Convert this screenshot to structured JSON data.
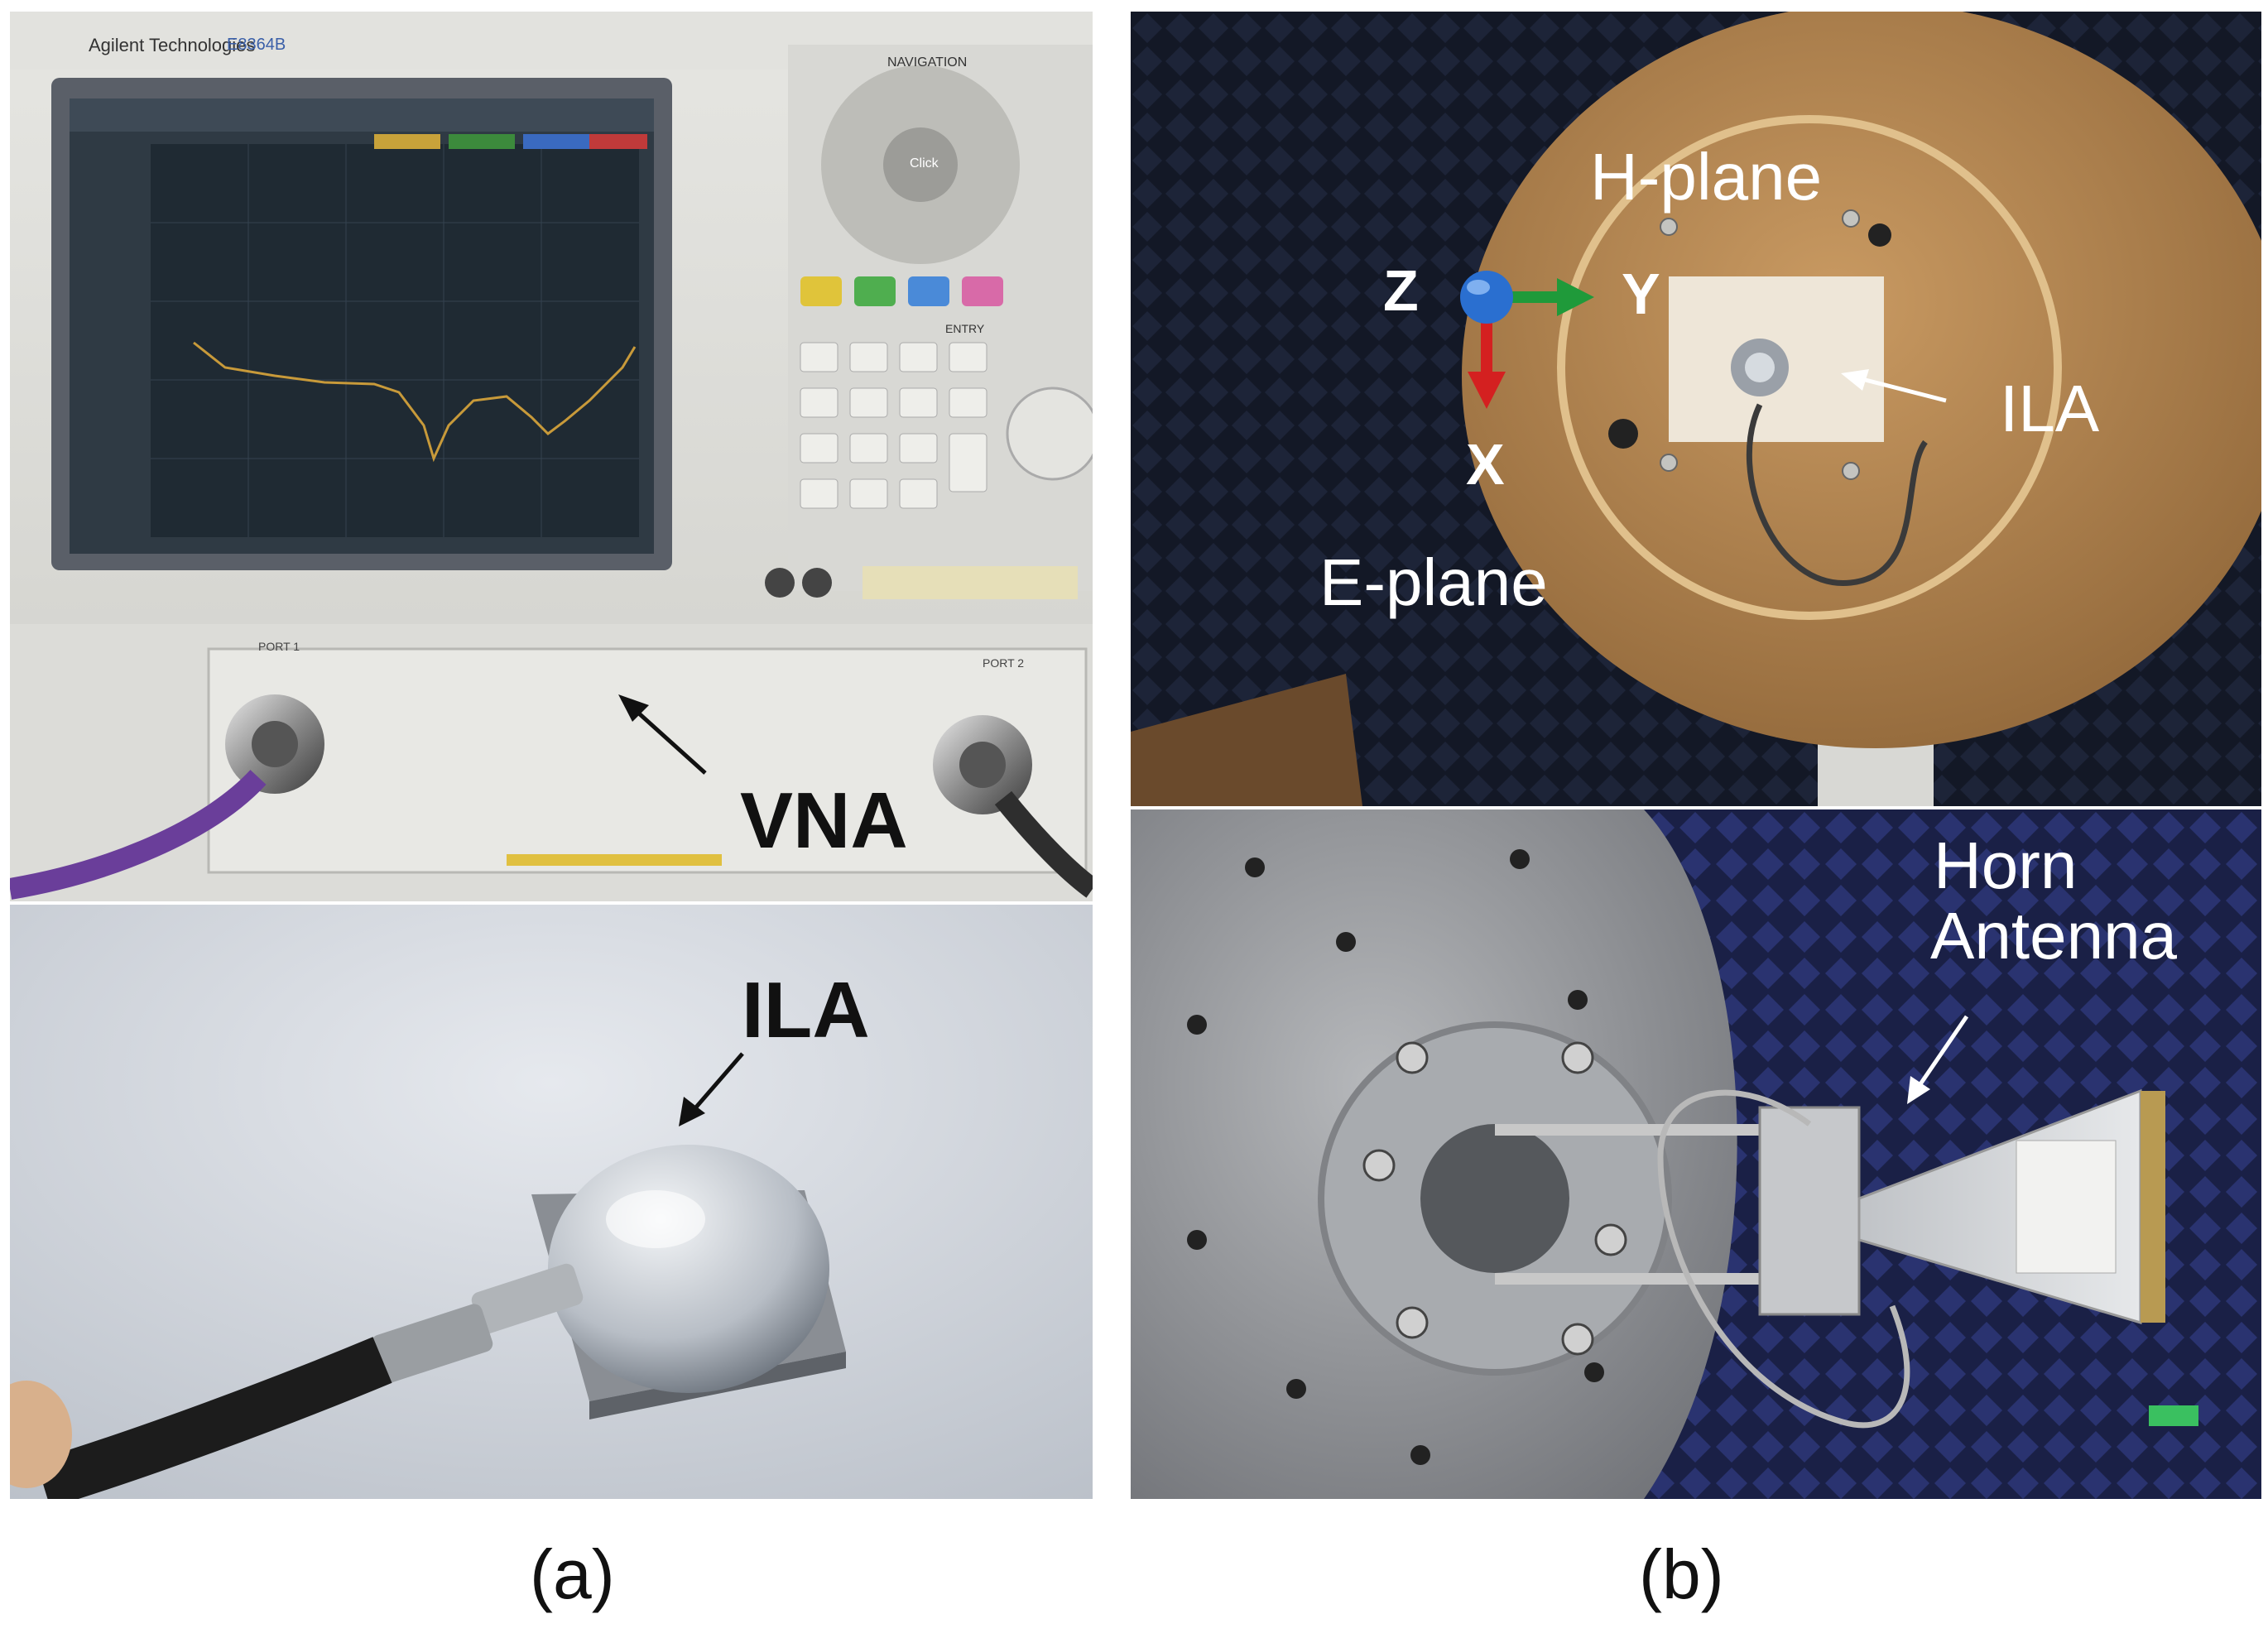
{
  "panel_a": {
    "vna_brand": "Agilent Technologies",
    "vna_model": "E8364B",
    "vna_label": "VNA",
    "ila_label": "ILA",
    "nav_title": "NAVIGATION",
    "nav_click": "Click",
    "entry_title": "ENTRY",
    "port1": "PORT 1",
    "port2": "PORT 2",
    "caption": "(a)"
  },
  "panel_b": {
    "h_plane": "H-plane",
    "e_plane": "E-plane",
    "axis_z": "Z",
    "axis_y": "Y",
    "axis_x": "X",
    "ila_label": "ILA",
    "horn_line1": "Horn",
    "horn_line2": "Antenna",
    "caption": "(b)"
  },
  "colors": {
    "axis_x": "#d42020",
    "axis_y": "#1f9a3a",
    "axis_z": "#2a6fd0",
    "cable": "#6a3e9a",
    "chamber": "#151a2e",
    "wood": "#b0834e"
  }
}
